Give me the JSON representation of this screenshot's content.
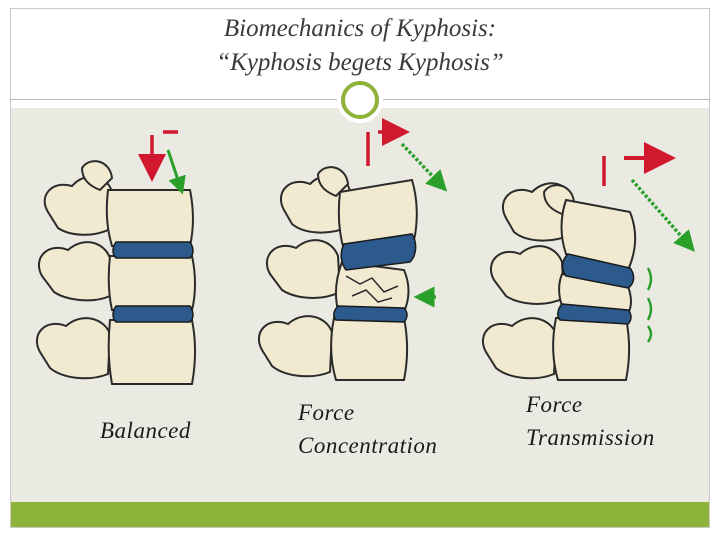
{
  "slide": {
    "title_line1": "Biomechanics of Kyphosis:",
    "title_line2": "“Kyphosis begets Kyphosis”"
  },
  "figures": [
    {
      "label_line1": "Balanced",
      "label_line2": ""
    },
    {
      "label_line1": "Force",
      "label_line2": "Concentration"
    },
    {
      "label_line1": "Force",
      "label_line2": "Transmission"
    }
  ],
  "colors": {
    "accent_green": "#8cb43a",
    "bone": "#f1ead0",
    "disc": "#2c5a8c",
    "force_red": "#d0192e",
    "force_green": "#2aa02a",
    "panel": "#ebeae2"
  },
  "icons": [
    "vertebra-icon",
    "intervertebral-disc-icon",
    "force-arrow-icon",
    "fracture-icon"
  ]
}
